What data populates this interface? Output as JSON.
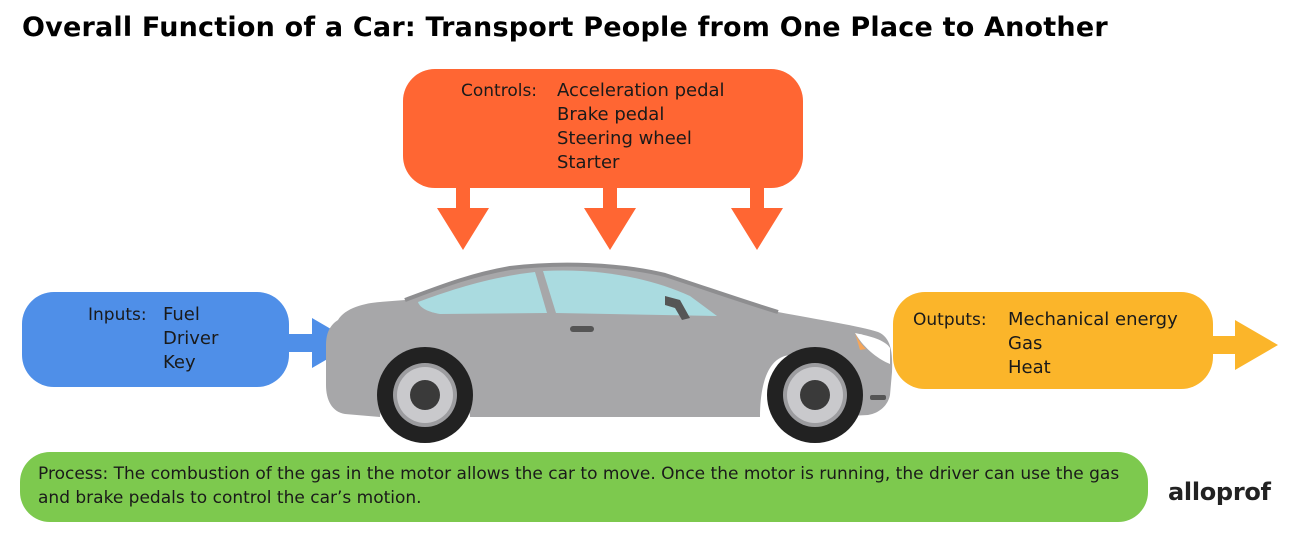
{
  "title": "Overall Function of a Car: Transport People from One Place to Another",
  "controls": {
    "label": "Controls:",
    "items": [
      "Acceleration pedal",
      "Brake pedal",
      "Steering wheel",
      "Starter"
    ]
  },
  "inputs": {
    "label": "Inputs:",
    "items": [
      "Fuel",
      "Driver",
      "Key"
    ]
  },
  "outputs": {
    "label": "Outputs:",
    "items": [
      "Mechanical energy",
      "Gas",
      "Heat"
    ]
  },
  "process": {
    "text": "Process: The combustion of the gas in the motor allows the car to move. Once the motor is running, the driver can use the gas and brake pedals to control the car’s motion."
  },
  "logo": "alloprof",
  "colors": {
    "controls": "#ff6633",
    "inputs": "#4f8fe8",
    "outputs": "#fbb52a",
    "process": "#7dc94e",
    "car_body": "#a7a7a9",
    "car_window": "#aadbe0"
  }
}
